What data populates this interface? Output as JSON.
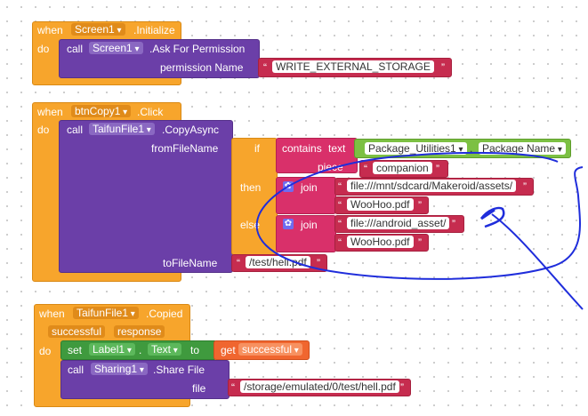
{
  "screen_init": {
    "when": "when",
    "component": "Screen1",
    "event": ".Initialize",
    "do": "do",
    "call": "call",
    "call_component": "Screen1",
    "method": ".Ask For Permission",
    "param_label": "permission Name",
    "permission_value": "WRITE_EXTERNAL_STORAGE"
  },
  "btn_click": {
    "when": "when",
    "component": "btnCopy1",
    "event": ".Click",
    "do": "do",
    "call": "call",
    "call_component": "TaifunFile1",
    "method": ".CopyAsync",
    "from_label": "fromFileName",
    "if": "if",
    "then": "then",
    "else": "else",
    "contains": "contains",
    "text": "text",
    "pkg_component": "Package_Utilities1",
    "pkg_prop": "Package Name",
    "piece": "piece",
    "piece_value": "companion",
    "join": "join",
    "then_path": "file:///mnt/sdcard/Makeroid/assets/",
    "then_file": "WooHoo.pdf",
    "else_path": "file:///android_asset/",
    "else_file": "WooHoo.pdf",
    "to_label": "toFileName",
    "to_value": "/test/hell.pdf"
  },
  "copied": {
    "when": "when",
    "component": "TaifunFile1",
    "event": ".Copied",
    "param1": "successful",
    "param2": "response",
    "do": "do",
    "set": "set",
    "set_component": "Label1",
    "set_prop": "Text",
    "to": "to",
    "get": "get",
    "get_var": "successful",
    "call": "call",
    "call_component": "Sharing1",
    "method": ".Share File",
    "file_label": "file",
    "file_value": "/storage/emulated/0/test/hell.pdf"
  },
  "colors": {
    "event": "#f7a52c",
    "component_call": "#6b3fa8",
    "text": "#c62c4f",
    "control": "#d9306a",
    "ink": "#1f2ddb"
  }
}
